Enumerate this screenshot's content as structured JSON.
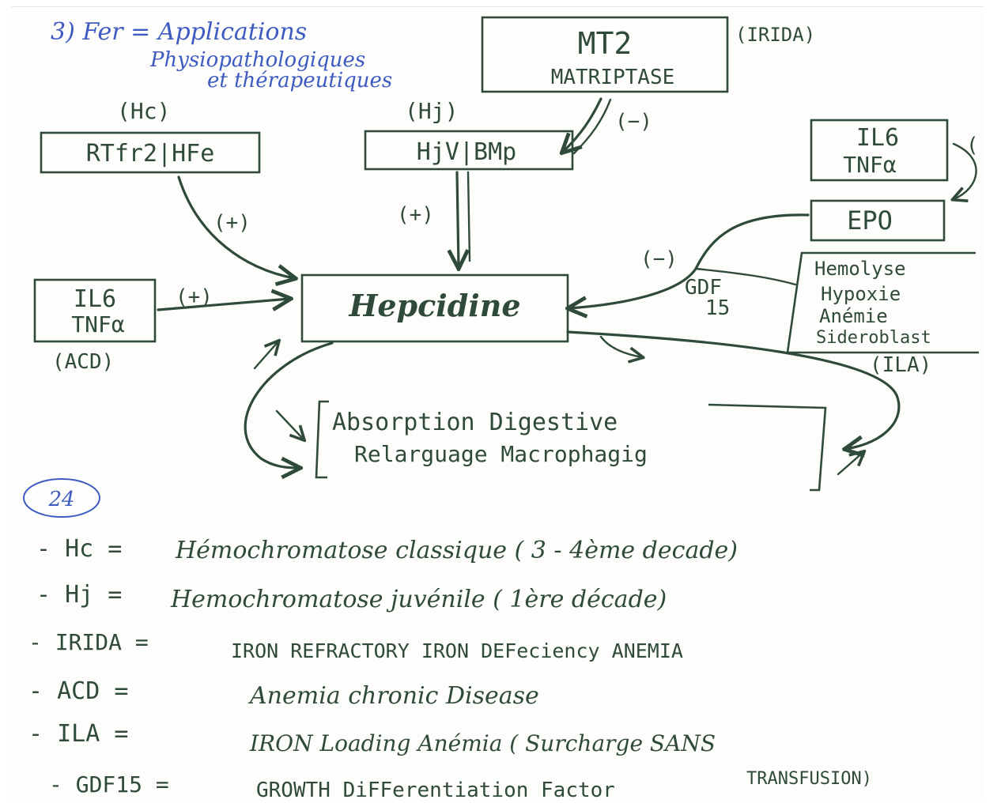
{
  "title": {
    "line1": "3) Fer = Applications",
    "line2": "Physiopathologiques",
    "line3": "et thérapeutiques"
  },
  "nodes": {
    "mt2_top": "MT2",
    "mt2_bottom": "MATRIPTASE",
    "irida_tag": "(IRIDA)",
    "hc_tag": "(Hc)",
    "rtfr2": "RTfr2|HFe",
    "hj_tag": "(Hj)",
    "hjv": "HjV|BMp",
    "il6_tnf_right_1": "IL6",
    "il6_tnf_right_2": "TNFα",
    "epo": "EPO",
    "hemolyse": "Hemolyse",
    "hypoxie": "Hypoxie",
    "anemie": "Anémie",
    "sideroblast": "Sideroblast",
    "ila_tag": "(ILA)",
    "gdf_1": "GDF",
    "gdf_2": "15",
    "il6_left_1": "IL6",
    "il6_left_2": "TNFα",
    "acd_tag": "(ACD)",
    "hepcidine": "Hepcidine",
    "absorption": "Absorption Digestive",
    "relarguage": "Relarguage Macrophagig"
  },
  "signs": {
    "minus_mt2": "(−)",
    "plus_rtfr2": "(+)",
    "plus_hjv": "(+)",
    "plus_il6": "(+)",
    "minus_epo": "(−)",
    "right_edge": "("
  },
  "page_number": "24",
  "glossary": [
    {
      "abbr": "- Hc =",
      "text": "Hémochromatose classique ( 3 - 4ème decade)"
    },
    {
      "abbr": "- Hj =",
      "text": "Hemochromatose juvénile ( 1ère décade)"
    },
    {
      "abbr": "- IRIDA =",
      "text": "IRON REFRACTORY IRON DEFeciency ANEMIA"
    },
    {
      "abbr": "- ACD =",
      "text": "Anemia chronic Disease"
    },
    {
      "abbr": "- ILA =",
      "text": "IRON Loading Anémia ( Surcharge SANS"
    },
    {
      "abbr": "",
      "text": "TRANSFUSION)"
    },
    {
      "abbr": "- GDF15 =",
      "text": "GROWTH DiFFerentiation Factor"
    }
  ],
  "colors": {
    "ink": "#2f4a3a",
    "blue_ink": "#3e5bc2",
    "paper": "#fdfdfb"
  }
}
